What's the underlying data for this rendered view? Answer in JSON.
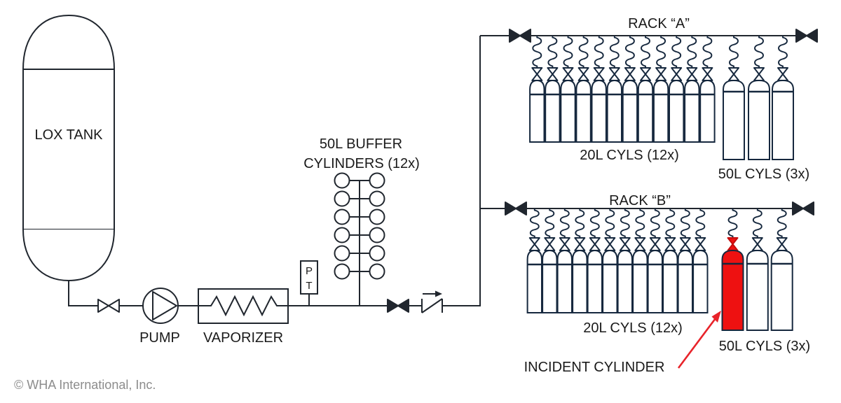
{
  "colors": {
    "line": "#20262e",
    "cylinder_outline": "#16283e",
    "incident_red": "#ee1111",
    "arrow_red": "#e8232a",
    "copyright_gray": "#8c8c8c",
    "background": "#ffffff"
  },
  "tank": {
    "label": "LOX TANK"
  },
  "pump": {
    "label": "PUMP"
  },
  "vaporizer": {
    "label": "VAPORIZER"
  },
  "instrument": {
    "p": "P",
    "t": "T"
  },
  "buffer": {
    "title_line1": "50L BUFFER",
    "title_line2": "CYLINDERS (12x)",
    "count": 12
  },
  "rack_a": {
    "title": "RACK “A”",
    "small_label": "20L CYLS (12x)",
    "large_label": "50L CYLS (3x)",
    "small_count": 12,
    "large_count": 3,
    "incident_index": -1
  },
  "rack_b": {
    "title": "RACK “B”",
    "small_label": "20L CYLS (12x)",
    "large_label": "50L CYLS (3x)",
    "small_count": 12,
    "large_count": 3,
    "incident_index": 0
  },
  "incident": {
    "label": "INCIDENT CYLINDER"
  },
  "footer": {
    "copyright": "© WHA International, Inc."
  }
}
